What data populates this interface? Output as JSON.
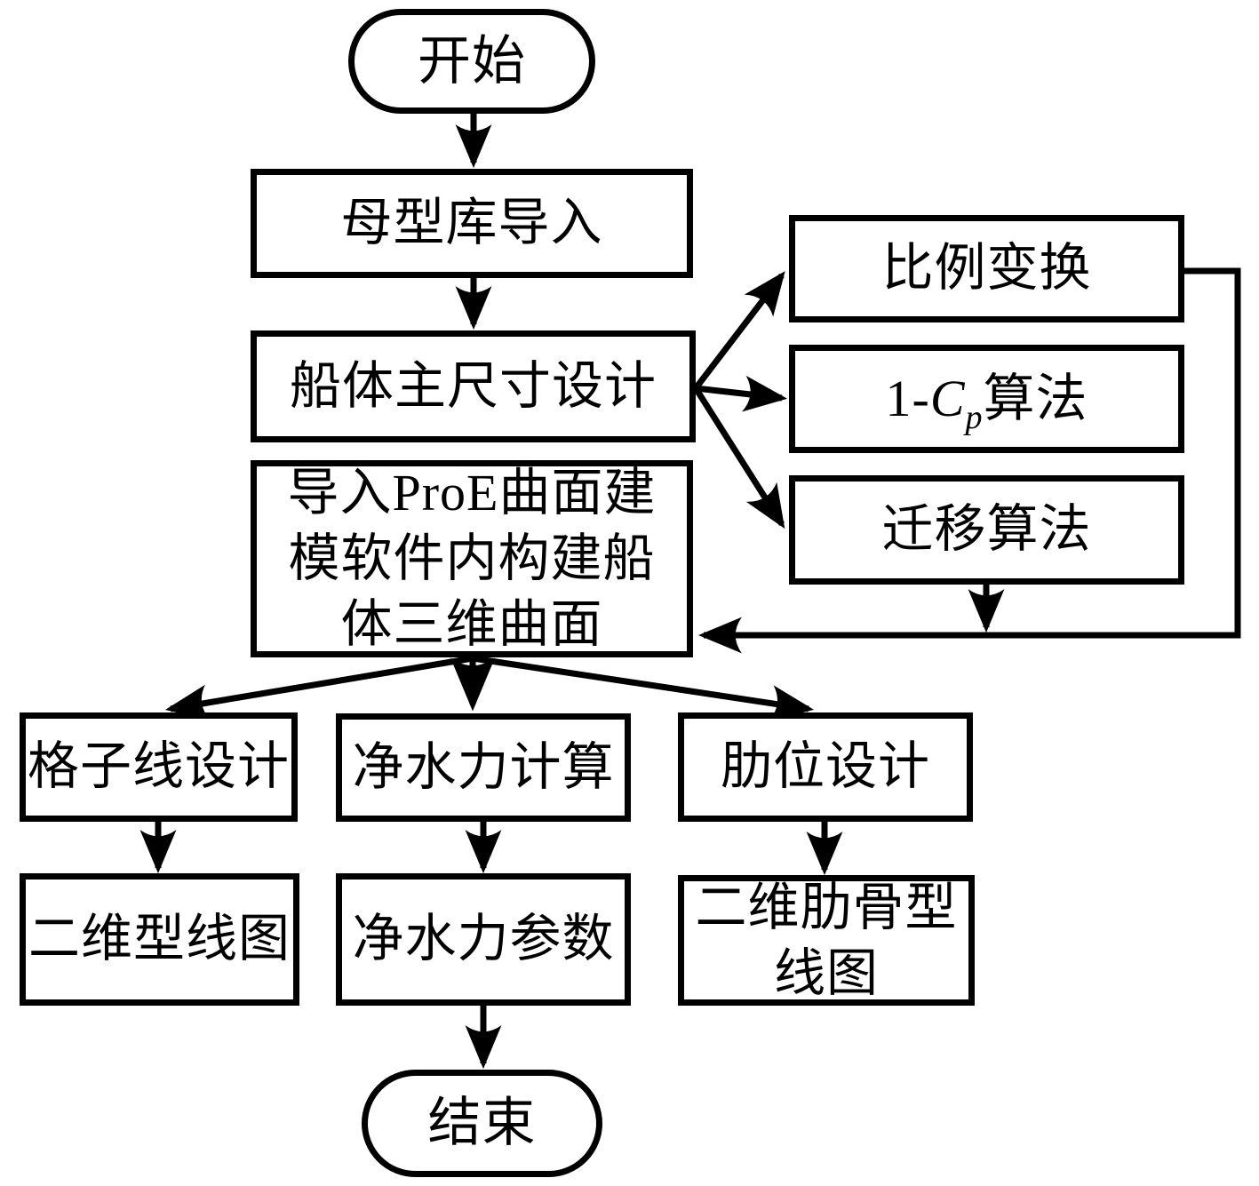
{
  "diagram": {
    "kind": "flowchart",
    "colors": {
      "stroke": "#000000",
      "background": "#ffffff",
      "text": "#000000"
    },
    "nodes": {
      "start": {
        "type": "terminator",
        "label": "开始"
      },
      "parent_lib": {
        "type": "process",
        "label": "母型库导入"
      },
      "main_dim": {
        "type": "process",
        "label": "船体主尺寸设计"
      },
      "scale": {
        "type": "process",
        "label": "比例变换"
      },
      "cp": {
        "type": "process",
        "prefix": "1-",
        "var": "C",
        "sub": "p",
        "suffix": "算法"
      },
      "migrate": {
        "type": "process",
        "label": "迁移算法"
      },
      "proe": {
        "type": "process",
        "lines": [
          "导入ProE曲面建",
          "模软件内构建船",
          "体三维曲面"
        ]
      },
      "grid": {
        "type": "process",
        "label": "格子线设计"
      },
      "hydro_calc": {
        "type": "process",
        "label": "净水力计算"
      },
      "rib": {
        "type": "process",
        "label": "肋位设计"
      },
      "lines2d": {
        "type": "process",
        "label": "二维型线图"
      },
      "hydro_param": {
        "type": "process",
        "label": "净水力参数"
      },
      "rib2d": {
        "type": "process",
        "lines": [
          "二维肋骨型",
          "线图"
        ]
      },
      "end": {
        "type": "terminator",
        "label": "结束"
      }
    },
    "edges": [
      {
        "from": "start",
        "to": "parent_lib"
      },
      {
        "from": "parent_lib",
        "to": "main_dim"
      },
      {
        "from": "main_dim",
        "to": "scale"
      },
      {
        "from": "main_dim",
        "to": "cp"
      },
      {
        "from": "main_dim",
        "to": "migrate"
      },
      {
        "from": "scale",
        "to": "proe"
      },
      {
        "from": "migrate",
        "to": "proe"
      },
      {
        "from": "proe",
        "to": "grid"
      },
      {
        "from": "proe",
        "to": "hydro_calc"
      },
      {
        "from": "proe",
        "to": "rib"
      },
      {
        "from": "grid",
        "to": "lines2d"
      },
      {
        "from": "hydro_calc",
        "to": "hydro_param"
      },
      {
        "from": "rib",
        "to": "rib2d"
      },
      {
        "from": "hydro_param",
        "to": "end"
      }
    ]
  }
}
